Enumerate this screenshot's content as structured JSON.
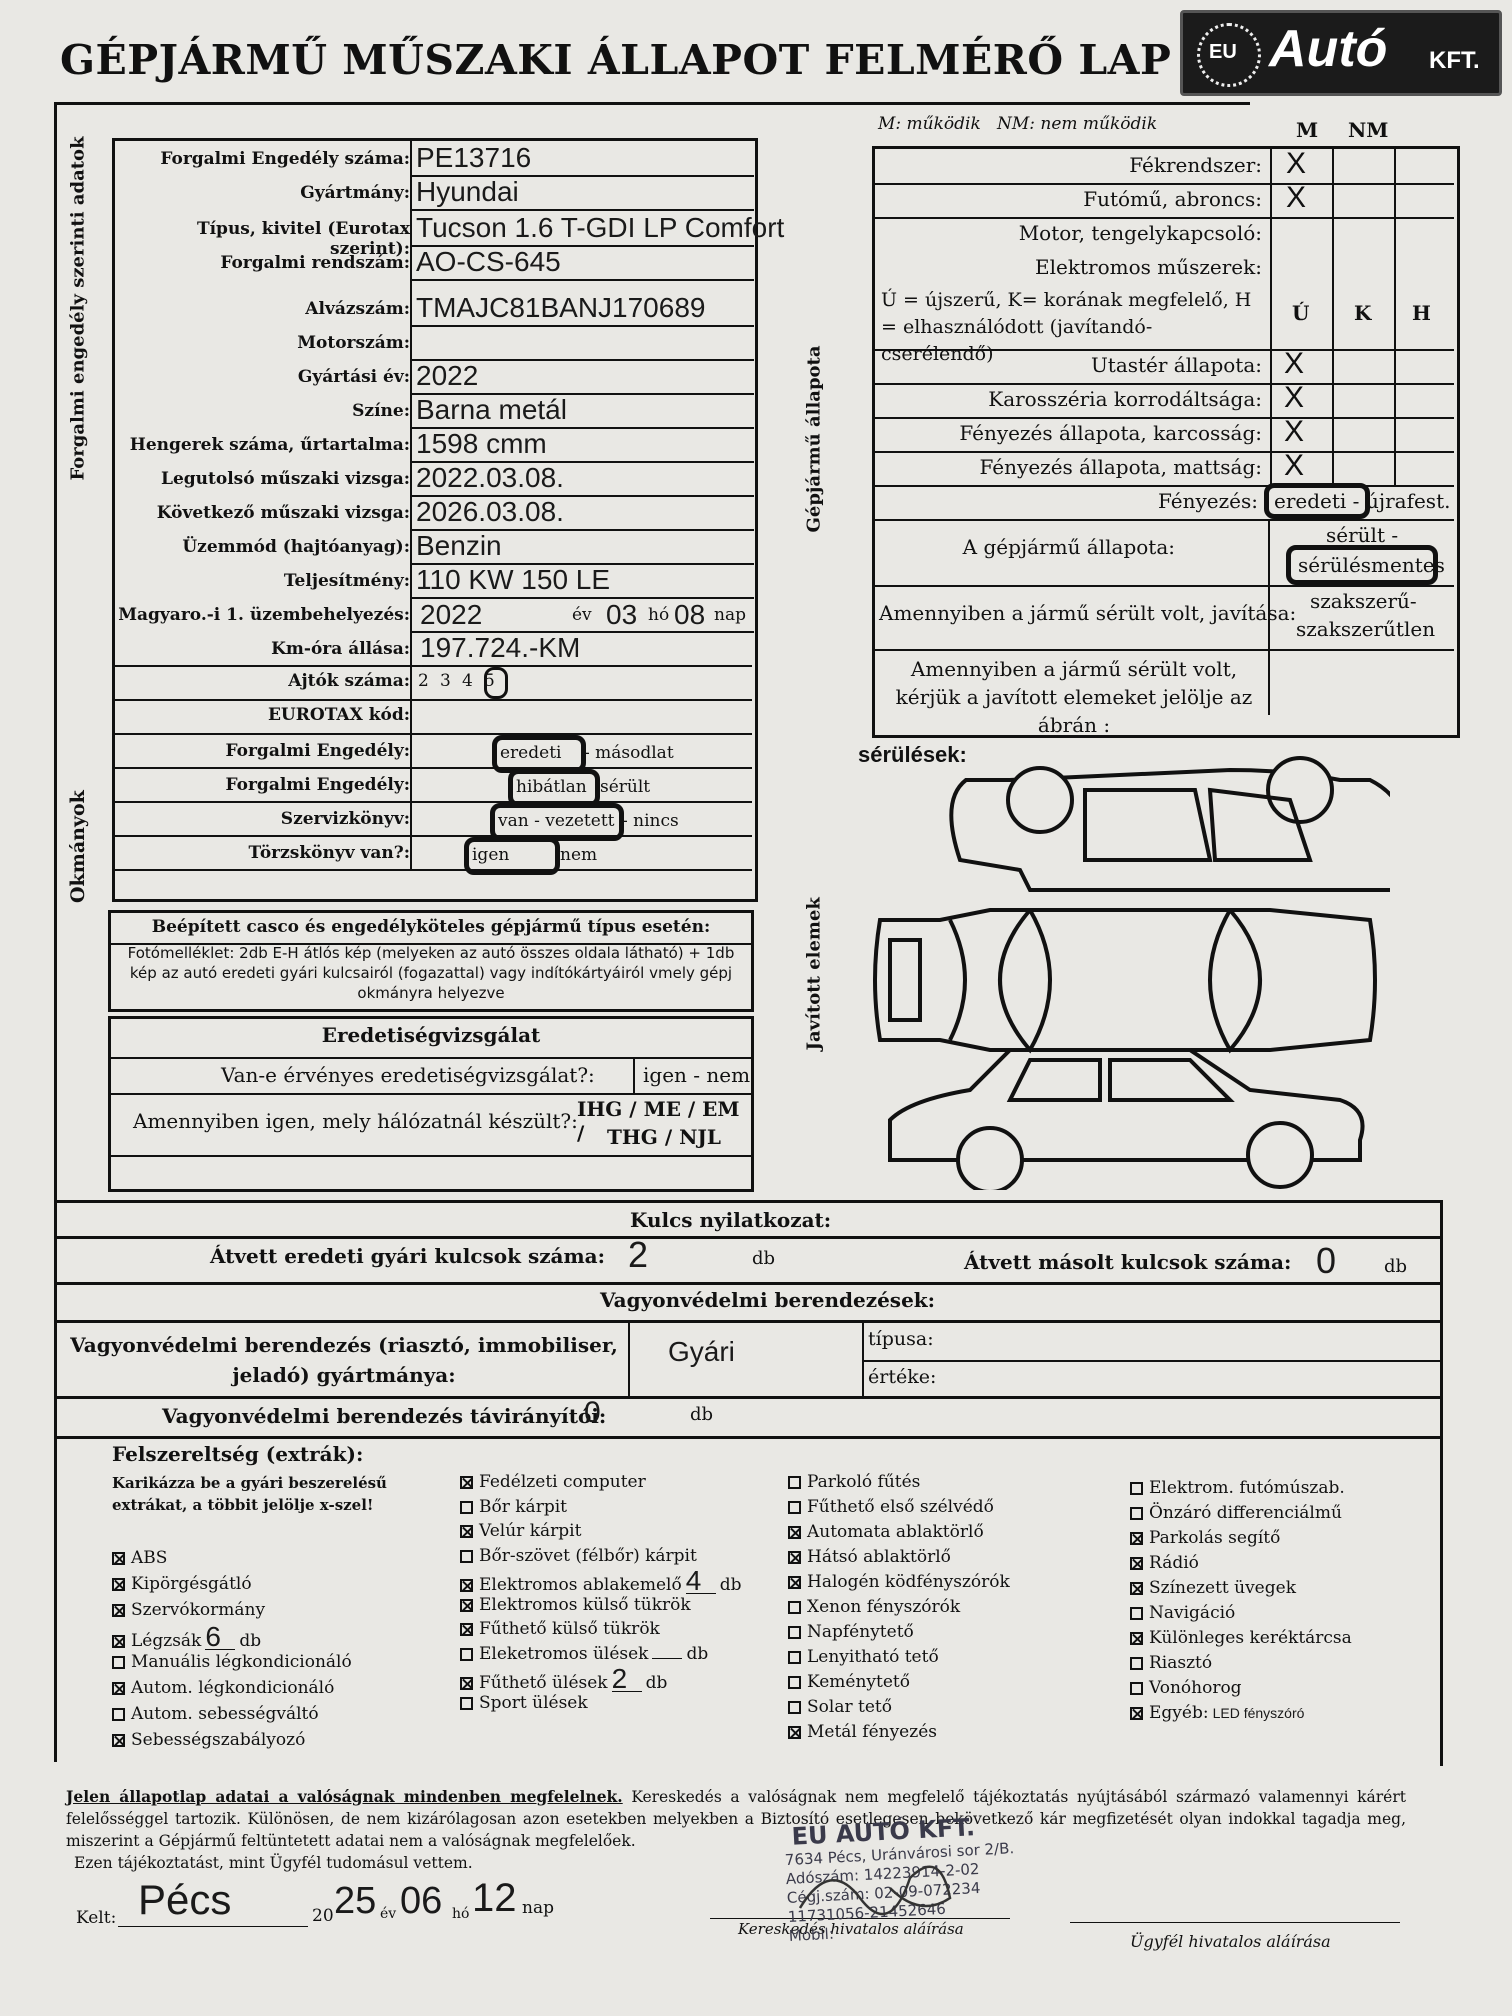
{
  "title": "GÉPJÁRMŰ MŰSZAKI ÁLLAPOT FELMÉRŐ LAP",
  "logo": {
    "eu": "EU",
    "brand": "Autó",
    "suffix": "KFT."
  },
  "side_labels": {
    "forgalmi": "Forgalmi engedély szerinti adatok",
    "okmanyok": "Okmányok",
    "gepjarmu_allapota": "Gépjármű állapota",
    "javitott": "Javított elemek"
  },
  "vehicle": [
    {
      "label": "Forgalmi Engedély száma:",
      "value": "PE13716"
    },
    {
      "label": "Gyártmány:",
      "value": "Hyundai"
    },
    {
      "label": "Típus, kivitel (Eurotax szerint):",
      "value": "Tucson 1.6 T-GDI LP Comfort"
    },
    {
      "label": "Forgalmi rendszám:",
      "value": "AO-CS-645"
    },
    {
      "label": "Alvázszám:",
      "value": "TMAJC81BANJ170689"
    },
    {
      "label": "Motorszám:",
      "value": ""
    },
    {
      "label": "Gyártási év:",
      "value": "2022"
    },
    {
      "label": "Színe:",
      "value": "Barna metál"
    },
    {
      "label": "Hengerek száma, űrtartalma:",
      "value": "1598 cmm"
    },
    {
      "label": "Legutolsó műszaki vizsga:",
      "value": "2022.03.08."
    },
    {
      "label": "Következő műszaki vizsga:",
      "value": "2026.03.08."
    },
    {
      "label": "Üzemmód (hajtóanyag):",
      "value": "Benzin"
    },
    {
      "label": "Teljesítmény:",
      "value": "110 KW 150 LE"
    }
  ],
  "first_reg": {
    "label": "Magyaro.-i 1. üzembehelyezés:",
    "year": "2022",
    "ev": "év",
    "month": "03",
    "ho": "hó",
    "day": "08",
    "nap": "nap"
  },
  "km": {
    "label": "Km-óra állása:",
    "value": "197.724.-KM"
  },
  "doors": {
    "label": "Ajtók száma:",
    "options": [
      "2",
      "3",
      "4",
      "5"
    ]
  },
  "eurotax": {
    "label": "EUROTAX kód:"
  },
  "documents": [
    {
      "label": "Forgalmi Engedély:",
      "selected": "eredeti",
      "other": "- másodlat"
    },
    {
      "label": "Forgalmi Engedély:",
      "selected": "hibátlan",
      "other": "sérült"
    },
    {
      "label": "Szervizkönyv:",
      "selected": "van - vezetett",
      "other": "- nincs"
    },
    {
      "label": "Törzskönyv van?:",
      "selected": "igen",
      "other": "nem"
    }
  ],
  "casco": {
    "title": "Beépített casco és engedélyköteles gépjármű típus esetén:",
    "text": "Fotómelléklet: 2db E-H átlós kép (melyeken az autó összes oldala látható) + 1db kép az autó eredeti gyári kulcsairól (fogazattal) vagy indítókártyáiról vmely gépj okmányra helyezve"
  },
  "eredetiseg": {
    "title": "Eredetiségvizsgálat",
    "q1": "Van-e érvényes eredetiségvizsgálat?:",
    "a1": "igen - nem",
    "q2": "Amennyiben igen, mely hálózatnál készült?:",
    "a2a": "IHG / ME / EM /",
    "a2b": "THG / NJL"
  },
  "condition": {
    "legend": "M: működik   NM: nem működik",
    "col_m": "M",
    "col_nm": "NM",
    "rows1": [
      {
        "label": "Fékrendszer:",
        "mark": "X"
      },
      {
        "label": "Futómű, abroncs:",
        "mark": "X"
      },
      {
        "label": "Motor, tengelykapcsoló:",
        "mark": ""
      },
      {
        "label": "Elektromos műszerek:",
        "mark": ""
      }
    ],
    "ukh_text": "Ú = újszerű, K= korának megfelelő, H = elhasználódott (javítandó-cserélendő)",
    "col_u": "Ú",
    "col_k": "K",
    "col_h": "H",
    "rows2": [
      {
        "label": "Utastér állapota:",
        "mark": "X"
      },
      {
        "label": "Karosszéria korrodáltsága:",
        "mark": "X"
      },
      {
        "label": "Fényezés állapota, karcosság:",
        "mark": "X"
      },
      {
        "label": "Fényezés állapota, mattság:",
        "mark": "X"
      }
    ],
    "fenyezes": {
      "label": "Fényezés:",
      "selected": "eredeti -",
      "other": "újrafest."
    },
    "allapot": {
      "label": "A gépjármű állapota:",
      "opt1": "sérült -",
      "selected": "sérülésmentes"
    },
    "javitas": {
      "label": "Amennyiben a jármű sérült volt, javítása:",
      "opt1": "szakszerű-",
      "opt2": "szakszerűtlen"
    },
    "jelolje": "Amennyiben a jármű sérült volt, kérjük a javított elemeket jelölje az ábrán :"
  },
  "damage_label": "sérülések:",
  "keys": {
    "title": "Kulcs nyilatkozat:",
    "orig_label": "Átvett eredeti gyári kulcsok száma:",
    "orig_value": "2",
    "db": "db",
    "copy_label": "Átvett másolt kulcsok száma:",
    "copy_value": "0"
  },
  "security": {
    "title": "Vagyonvédelmi berendezések:",
    "maker_label": "Vagyonvédelmi berendezés (riasztó, immobiliser, jeladó) gyártmánya:",
    "maker_value": "Gyári",
    "tipusa": "típusa:",
    "erteke": "értéke:",
    "remote_label": "Vagyonvédelmi berendezés távirányítói:",
    "remote_value": "0",
    "db": "db"
  },
  "extras": {
    "title": "Felszereltség (extrák):",
    "note": "Karikázza be a gyári beszerelésű extrákat, a többit jelölje x-szel!",
    "col1": [
      {
        "t": "ABS",
        "c": true
      },
      {
        "t": "Kipörgésgátló",
        "c": true
      },
      {
        "t": "Szervókormány",
        "c": true
      },
      {
        "t": "Légzsák",
        "c": true,
        "n": "6",
        "suf": "db"
      },
      {
        "t": "Manuális légkondicionáló",
        "c": false
      },
      {
        "t": "Autom. légkondicionáló",
        "c": true
      },
      {
        "t": "Autom. sebességváltó",
        "c": false
      },
      {
        "t": "Sebességszabályozó",
        "c": true
      }
    ],
    "col2": [
      {
        "t": "Fedélzeti computer",
        "c": true
      },
      {
        "t": "Bőr kárpit",
        "c": false
      },
      {
        "t": "Velúr kárpit",
        "c": true
      },
      {
        "t": "Bőr-szövet (félbőr) kárpit",
        "c": false
      },
      {
        "t": "Elektromos ablakemelő",
        "c": true,
        "n": "4",
        "suf": "db"
      },
      {
        "t": "Elektromos külső tükrök",
        "c": true
      },
      {
        "t": "Fűthető külső tükrök",
        "c": true
      },
      {
        "t": "Eleketromos ülések",
        "c": false,
        "n": "",
        "suf": "db"
      },
      {
        "t": "Fűthető ülések",
        "c": true,
        "n": "2",
        "suf": "db"
      },
      {
        "t": "Sport ülések",
        "c": false
      }
    ],
    "col3": [
      {
        "t": "Parkoló fűtés",
        "c": false
      },
      {
        "t": "Fűthető első szélvédő",
        "c": false
      },
      {
        "t": "Automata ablaktörlő",
        "c": true
      },
      {
        "t": "Hátsó ablaktörlő",
        "c": true
      },
      {
        "t": "Halogén ködfényszórók",
        "c": true
      },
      {
        "t": "Xenon fényszórók",
        "c": false
      },
      {
        "t": "Napfénytető",
        "c": false
      },
      {
        "t": "Lenyitható tető",
        "c": false
      },
      {
        "t": "Keménytető",
        "c": false
      },
      {
        "t": "Solar tető",
        "c": false
      },
      {
        "t": "Metál fényezés",
        "c": true
      }
    ],
    "col4": [
      {
        "t": "Elektrom. futómúszab.",
        "c": false
      },
      {
        "t": "Önzáró differenciálmű",
        "c": false
      },
      {
        "t": "Parkolás segítő",
        "c": true
      },
      {
        "t": "Rádió",
        "c": true
      },
      {
        "t": "Színezett üvegek",
        "c": true
      },
      {
        "t": "Navigáció",
        "c": false
      },
      {
        "t": "Különleges keréktárcsa",
        "c": true
      },
      {
        "t": "Riasztó",
        "c": false
      },
      {
        "t": "Vonóhorog",
        "c": false
      },
      {
        "t": "Egyéb:",
        "c": true,
        "n": "LED fényszóró"
      }
    ]
  },
  "declaration": {
    "bold": "Jelen állapotlap adatai a valóságnak mindenben megfelelnek.",
    "text": " Kereskedés a valóságnak nem megfelelő tájékoztatás nyújtásából származó valamennyi kárért felelősséggel tartozik. Különösen, de nem kizárólagosan azon esetekben melyekben a Biztosító esetlegesen bekövetkező kár megfizetését olyan indokkal tagadja meg, miszerint a Gépjármű feltüntetett adatai nem a valóságnak megfelelőek.",
    "ack": "Ezen tájékoztatást, mint Ügyfél tudomásul vettem."
  },
  "signature": {
    "kelt": "Kelt:",
    "place": "Pécs",
    "year_prefix": "20",
    "year": "25",
    "ev": "év",
    "month": "06",
    "ho": "hó",
    "day": "12",
    "nap": "nap",
    "dealer_sig": "Kereskedés hivatalos aláírása",
    "client_sig": "Ügyfél hivatalos aláírása"
  },
  "stamp": {
    "l1": "EU AUTÓ KFT.",
    "l2": "7634 Pécs, Uránvárosi sor 2/B.",
    "l3": "Adószám: 14223914-2-02",
    "l4": "Cégj.szám: 02-09-072234",
    "l5": "11731056-21452646",
    "l6": "Mobil:"
  }
}
